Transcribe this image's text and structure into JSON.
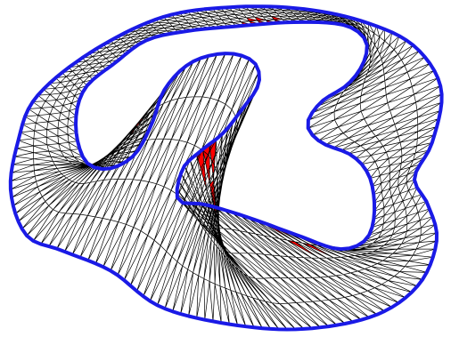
{
  "diagram": {
    "kind": "triangulated-annular-mesh",
    "boundary_color": "#1a1ae6",
    "edge_color": "#000000",
    "highlight_color": "#ff0000",
    "background_color": "#ffffff",
    "rings": 5,
    "segments": 150,
    "labels": []
  }
}
